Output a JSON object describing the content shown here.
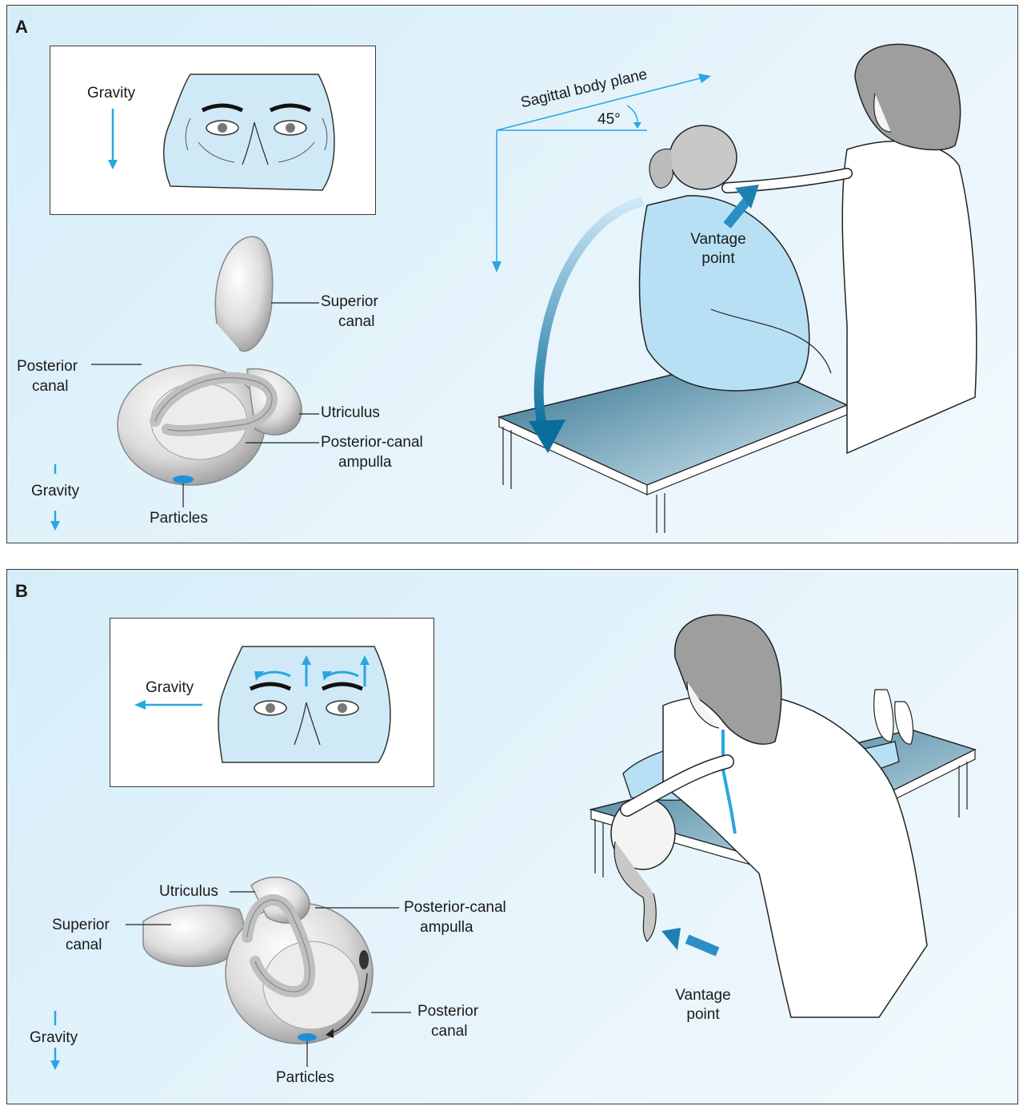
{
  "panels": {
    "a": {
      "letter": "A",
      "gravity_face": "Gravity",
      "gravity_bottom": "Gravity",
      "sagittal": "Sagittal body plane",
      "angle": "45°",
      "vantage_1": "Vantage",
      "vantage_2": "point",
      "superior_1": "Superior",
      "superior_2": "canal",
      "posterior_1": "Posterior",
      "posterior_2": "canal",
      "utriculus": "Utriculus",
      "ampulla_1": "Posterior-canal",
      "ampulla_2": "ampulla",
      "particles": "Particles"
    },
    "b": {
      "letter": "B",
      "gravity_face": "Gravity",
      "gravity_bottom": "Gravity",
      "utriculus": "Utriculus",
      "superior_1": "Superior",
      "superior_2": "canal",
      "ampulla_1": "Posterior-canal",
      "ampulla_2": "ampulla",
      "posterior_1": "Posterior",
      "posterior_2": "canal",
      "particles": "Particles",
      "vantage_1": "Vantage",
      "vantage_2": "point"
    }
  },
  "colors": {
    "accent_arrow": "#2aa6e0",
    "rotation_arrow": "#0a6d9c",
    "gown": "#b8e0f5",
    "table_top": "#3d7d9a",
    "particles": "#1e90d8"
  }
}
